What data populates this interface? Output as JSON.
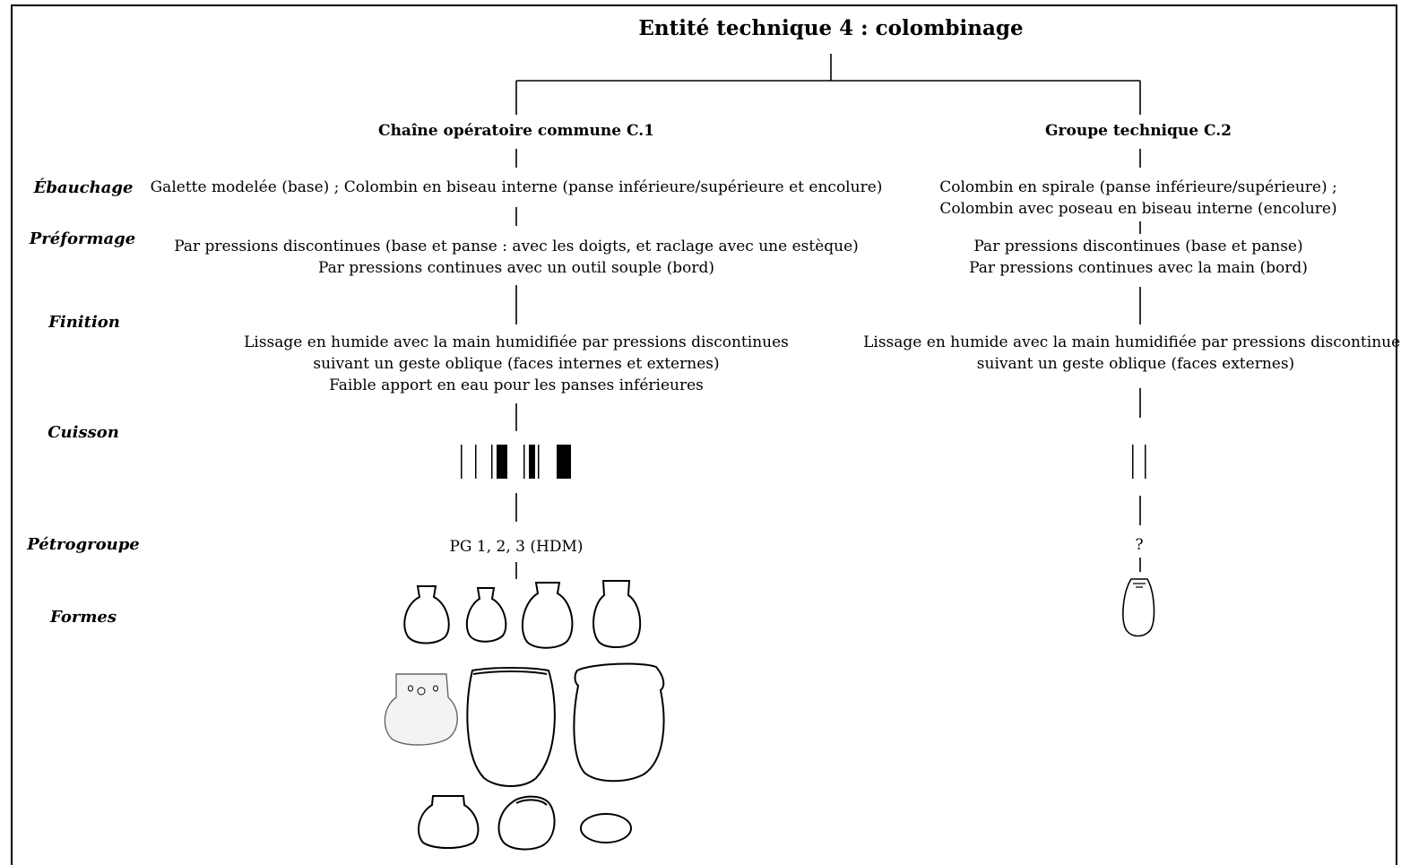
{
  "title": "Entité technique 4 : colombinage",
  "columns": {
    "c1": {
      "heading": "Chaîne opératoire commune C.1",
      "ebauchage": "Galette modelée (base) ; Colombin en biseau interne (panse inférieure/supérieure et encolure)",
      "preformage": [
        "Par pressions discontinues (base et panse : avec les doigts, et raclage avec une estèque)",
        "Par pressions continues avec un outil souple (bord)"
      ],
      "finition": [
        "Lissage en humide avec la main humidifiée par pressions discontinues",
        "suivant un geste oblique (faces internes et externes)",
        "Faible apport en eau pour les panses inférieures"
      ],
      "petrogroupe": "PG 1, 2, 3 (HDM)"
    },
    "c2": {
      "heading": "Groupe technique C.2",
      "ebauchage": [
        "Colombin en spirale (panse inférieure/supérieure) ;",
        "Colombin avec poseau en biseau interne (encolure)"
      ],
      "preformage": [
        "Par pressions discontinues (base et panse)",
        "Par pressions continues avec la main (bord)"
      ],
      "finition": [
        "Lissage en humide avec la main humidifiée par pressions discontinues",
        "suivant un geste oblique (faces externes)"
      ],
      "petrogroupe": "?"
    }
  },
  "stages": {
    "ebauchage": "Ébauchage",
    "preformage": "Préformage",
    "finition": "Finition",
    "cuisson": "Cuisson",
    "petrogroupe": "Pétrogroupe",
    "formes": "Formes"
  }
}
